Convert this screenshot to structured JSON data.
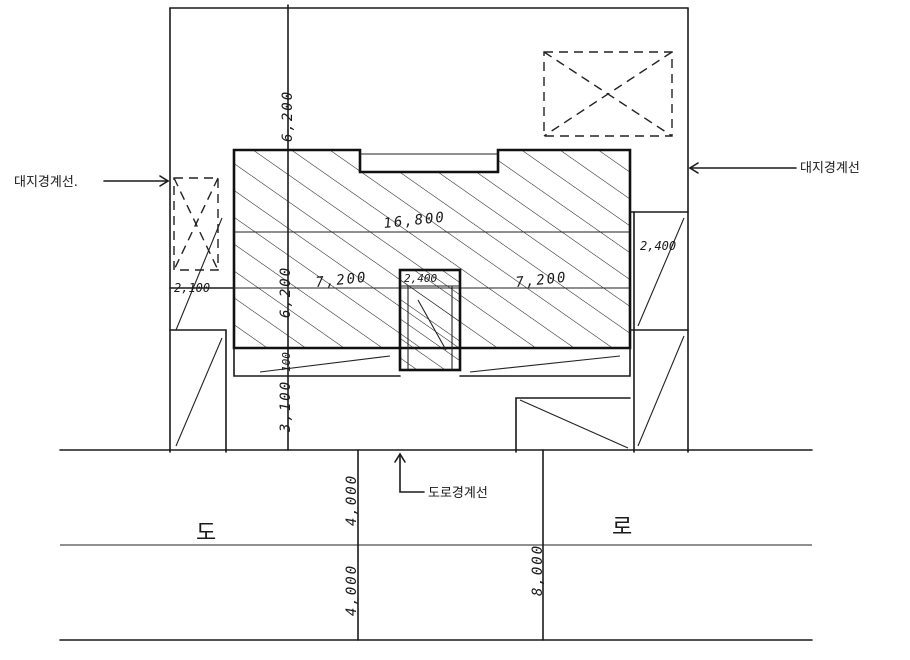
{
  "labels": {
    "site_boundary_left": "대지경계선.",
    "site_boundary_right": "대지경계선",
    "road_boundary": "도로경계선",
    "road_left": "도",
    "road_right": "로"
  },
  "dimensions": {
    "building_width": "16,800",
    "left_span": "7,200",
    "right_span": "7,200",
    "core_width": "2,400",
    "building_depth": "6,200",
    "rear_setback": "6,200",
    "front_setback": "3,100",
    "left_side_gap": "2,100",
    "right_side_gap": "2,400",
    "small_offset": "100",
    "road_half_upper": "4,000",
    "road_half_lower": "4,000",
    "road_total": "8,000"
  },
  "colors": {
    "ink": "#1a1a1a",
    "paper": "#ffffff"
  }
}
